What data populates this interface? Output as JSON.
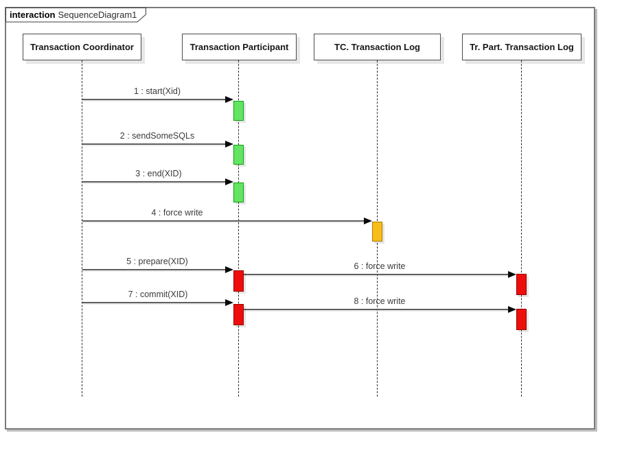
{
  "frame": {
    "stereotype": "interaction",
    "title": "SequenceDiagram1"
  },
  "lifelines": [
    {
      "label": "Transaction Coordinator"
    },
    {
      "label": "Transaction Participant"
    },
    {
      "label": "TC. Transaction Log"
    },
    {
      "label": "Tr. Part. Transaction Log"
    }
  ],
  "messages": [
    {
      "label": "1 : start(Xid)",
      "from": "Transaction Coordinator",
      "to": "Transaction Participant",
      "activation_color": "green"
    },
    {
      "label": "2 : sendSomeSQLs",
      "from": "Transaction Coordinator",
      "to": "Transaction Participant",
      "activation_color": "green"
    },
    {
      "label": "3 : end(XID)",
      "from": "Transaction Coordinator",
      "to": "Transaction Participant",
      "activation_color": "green"
    },
    {
      "label": "4 : force write",
      "from": "Transaction Coordinator",
      "to": "TC. Transaction Log",
      "activation_color": "orange"
    },
    {
      "label": "5 : prepare(XID)",
      "from": "Transaction Coordinator",
      "to": "Transaction Participant",
      "activation_color": "red"
    },
    {
      "label": "6 : force write",
      "from": "Transaction Participant",
      "to": "Tr. Part. Transaction Log",
      "activation_color": "red"
    },
    {
      "label": "7 : commit(XID)",
      "from": "Transaction Coordinator",
      "to": "Transaction Participant",
      "activation_color": "red"
    },
    {
      "label": "8 : force write",
      "from": "Transaction Participant",
      "to": "Tr. Part. Transaction Log",
      "activation_color": "red"
    }
  ],
  "colors": {
    "activation-green": "#63e463",
    "activation-green-border": "#0fa00f",
    "activation-orange": "#f7be19",
    "activation-orange-border": "#ad7900",
    "activation-red": "#ee0d0d",
    "activation-red-border": "#9a0000",
    "arrow-line": "#5f5f5f",
    "frame-border": "#7a7a7a"
  }
}
